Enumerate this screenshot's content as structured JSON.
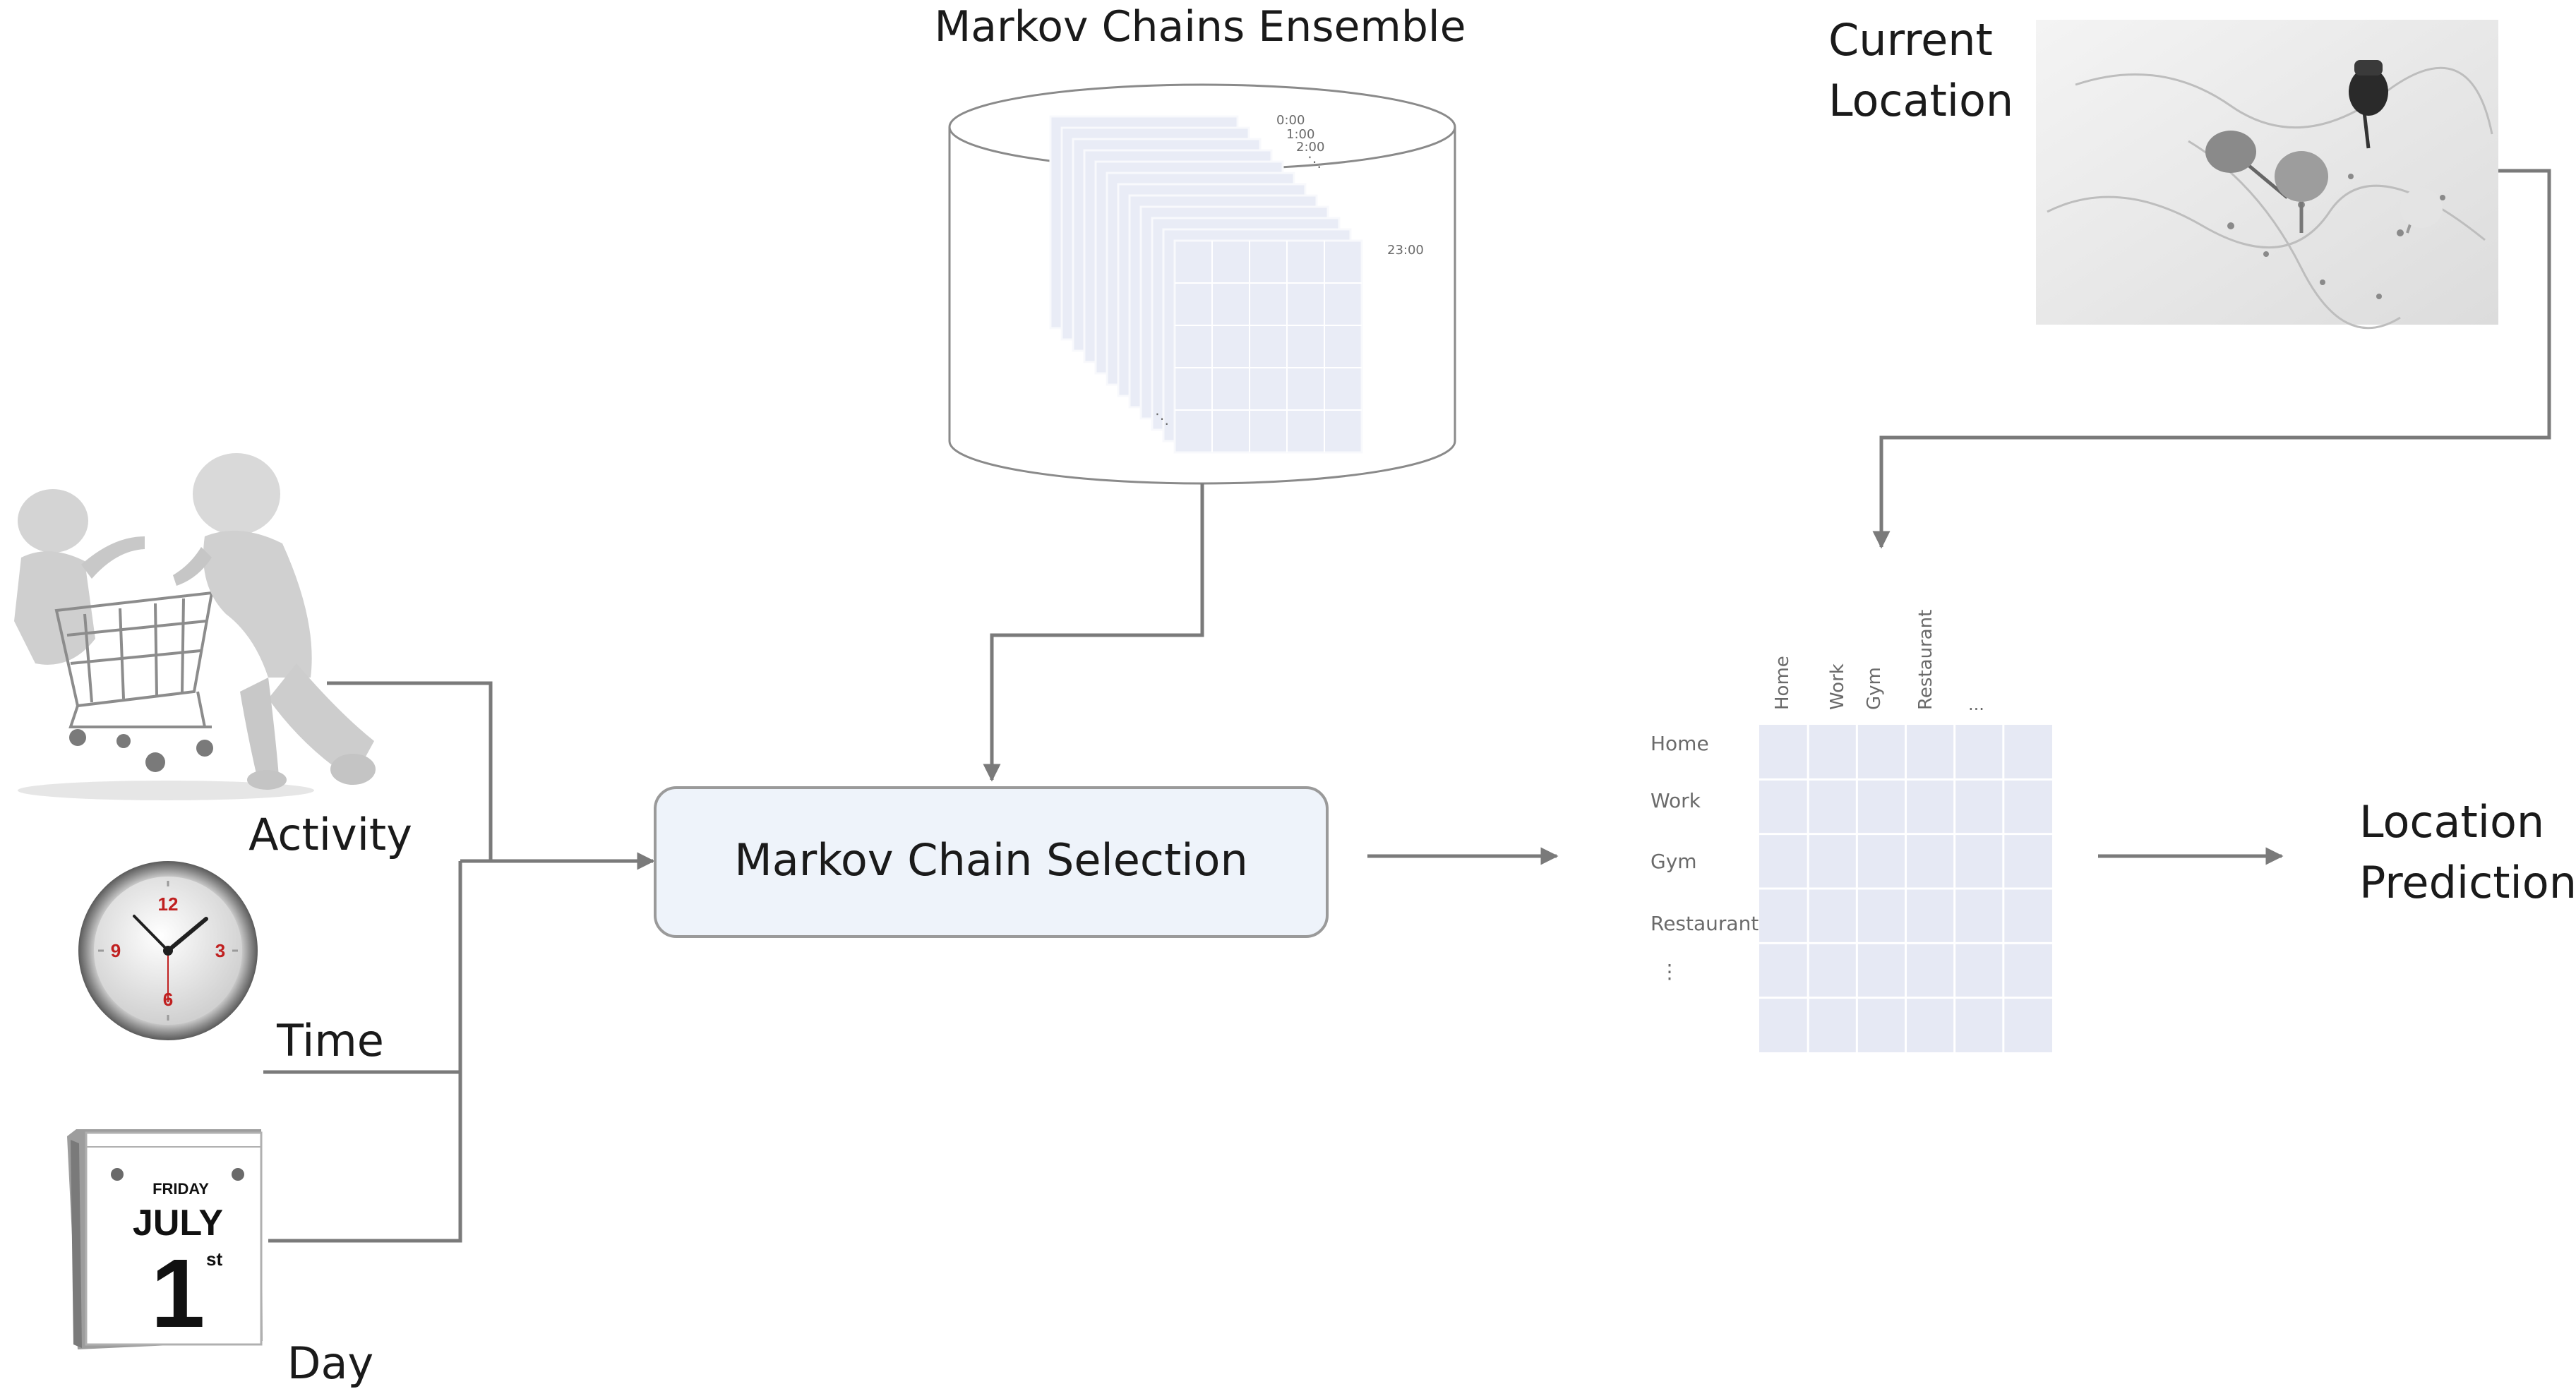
{
  "ensemble": {
    "title": "Markov Chains Ensemble",
    "time_labels": [
      "0:00",
      "1:00",
      "2:00",
      "23:00"
    ],
    "ellipsis": "⋱"
  },
  "inputs": {
    "activity": "Activity",
    "time": "Time",
    "day": "Day"
  },
  "calendar": {
    "weekday": "FRIDAY",
    "month": "JULY",
    "day_number": "1",
    "suffix": "st"
  },
  "clock": {
    "numerals": [
      "12",
      "3",
      "6",
      "9"
    ]
  },
  "selection": {
    "label": "Markov Chain Selection"
  },
  "current_location": {
    "line1": "Current",
    "line2": "Location"
  },
  "matrix": {
    "row_labels": [
      "Home",
      "Work",
      "Gym",
      "Restaurant",
      "⋮"
    ],
    "col_labels": [
      "Home",
      "Work",
      "Gym",
      "Restaurant",
      "..."
    ]
  },
  "output": {
    "line1": "Location",
    "line2": "Prediction"
  },
  "colors": {
    "connector": "#7a7a7a",
    "box_fill": "#eef3fa",
    "box_stroke": "#9a9a9a",
    "matrix_fill": "#e6e9f4",
    "matrix_grid": "#ffffff"
  }
}
